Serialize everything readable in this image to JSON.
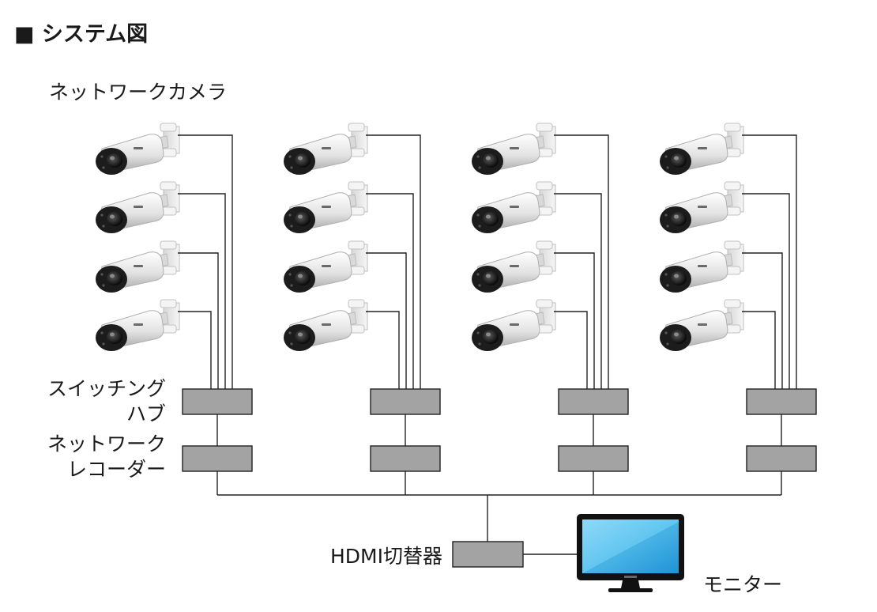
{
  "title": "■ システム図",
  "labels": {
    "cameras": "ネットワークカメラ",
    "switch_line1": "スイッチング",
    "switch_line2": "ハブ",
    "recorder_line1": "ネットワーク",
    "recorder_line2": "レコーダー",
    "hdmi": "HDMI切替器",
    "monitor": "モニター"
  },
  "layout": {
    "groups": 4,
    "cameras_per_group": 4
  },
  "colors": {
    "box_fill": "#a3a3a3",
    "wire": "#222222",
    "monitor_screen": "#5ec4ef",
    "monitor_bezel": "#111111"
  },
  "icons": {
    "camera": "bullet-camera-icon",
    "monitor": "monitor-icon"
  }
}
